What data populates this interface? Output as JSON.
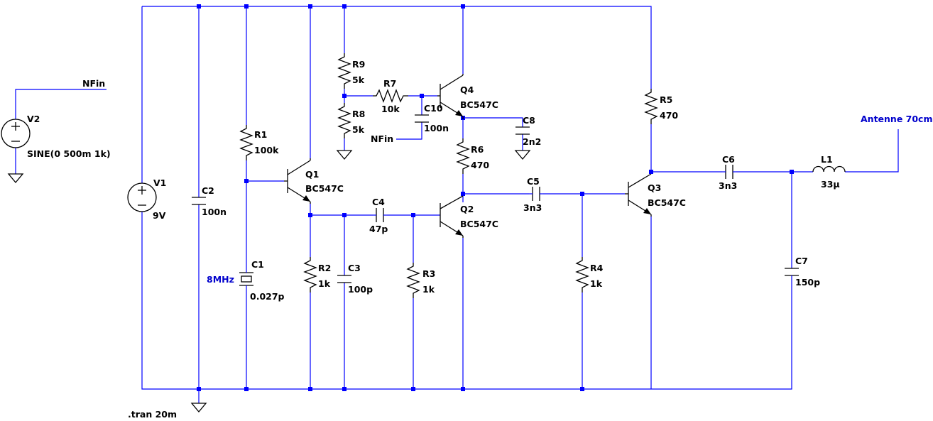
{
  "components": {
    "V1": {
      "name": "V1",
      "value": "9V"
    },
    "V2": {
      "name": "V2",
      "value": "SINE(0 500m 1k)"
    },
    "C1": {
      "name": "C1",
      "value": "0.027p",
      "tag": "8MHz"
    },
    "C2": {
      "name": "C2",
      "value": "100n"
    },
    "C3": {
      "name": "C3",
      "value": "100p"
    },
    "C4": {
      "name": "C4",
      "value": "47p"
    },
    "C5": {
      "name": "C5",
      "value": "3n3"
    },
    "C6": {
      "name": "C6",
      "value": "3n3"
    },
    "C7": {
      "name": "C7",
      "value": "150p"
    },
    "C8": {
      "name": "C8",
      "value": "2n2"
    },
    "C10": {
      "name": "C10",
      "value": "100n"
    },
    "R1": {
      "name": "R1",
      "value": "100k"
    },
    "R2": {
      "name": "R2",
      "value": "1k"
    },
    "R3": {
      "name": "R3",
      "value": "1k"
    },
    "R4": {
      "name": "R4",
      "value": "1k"
    },
    "R5": {
      "name": "R5",
      "value": "470"
    },
    "R6": {
      "name": "R6",
      "value": "470"
    },
    "R7": {
      "name": "R7",
      "value": "10k"
    },
    "R8": {
      "name": "R8",
      "value": "5k"
    },
    "R9": {
      "name": "R9",
      "value": "5k"
    },
    "Q1": {
      "name": "Q1",
      "value": "BC547C"
    },
    "Q2": {
      "name": "Q2",
      "value": "BC547C"
    },
    "Q3": {
      "name": "Q3",
      "value": "BC547C"
    },
    "Q4": {
      "name": "Q4",
      "value": "BC547C"
    },
    "L1": {
      "name": "L1",
      "value": "33µ"
    }
  },
  "nets": {
    "nfin_v2": "NFin",
    "nfin_q4": "NFin",
    "antenna": "Antenne 70cm"
  },
  "directive": ".tran 20m",
  "colors": {
    "wire": "#0000ff",
    "symbol": "#000000",
    "net_label": "#0000cc"
  }
}
